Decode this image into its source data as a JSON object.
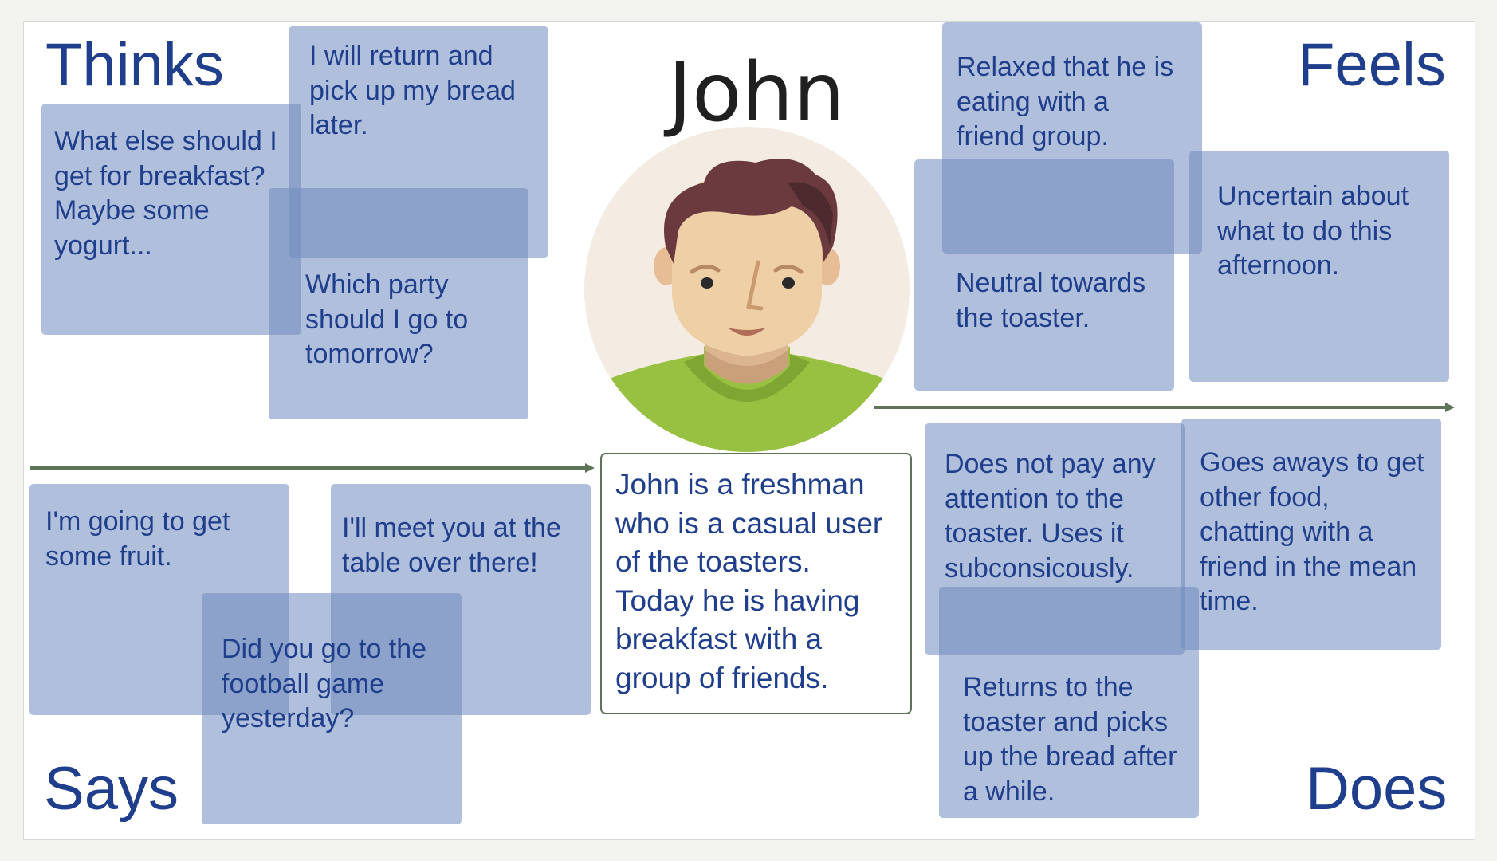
{
  "persona": {
    "name": "John",
    "description": "John is a freshman\nwho is a casual user\nof the toasters.\nToday he is having\nbreakfast with a\ngroup of friends."
  },
  "quadrants": {
    "thinks": "Thinks",
    "feels": "Feels",
    "says": "Says",
    "does": "Does"
  },
  "thinks_notes": [
    "I will return and\npick up my bread\nlater.",
    "What else should I\nget for breakfast?\nMaybe some\nyogurt...",
    "Which party\nshould I go to\ntomorrow?"
  ],
  "feels_notes": [
    "Relaxed that he is\neating with a\nfriend group.",
    "Neutral towards\nthe toaster.",
    "Uncertain about\nwhat to do this\nafternoon."
  ],
  "says_notes": [
    "I'm going to get\nsome fruit.",
    "I'll meet you at the\ntable over there!",
    "Did you go to the\nfootball game\nyesterday?"
  ],
  "does_notes": [
    "Does not pay any\nattention to the\ntoaster. Uses it\nsubconsicously.",
    "Goes aways to get\nother food,\nchatting with a\nfriend in the mean\ntime.",
    "Returns to the\ntoaster and picks\nup the bread after\na while."
  ],
  "colors": {
    "heading": "#1f3e8c",
    "note_fill": "#708bbe",
    "arrow": "#5e7459",
    "avatar_bg": "#f4ece2",
    "hair": "#6b3a3f",
    "skin": "#efcfa6",
    "shirt": "#98c041"
  },
  "icons": {
    "avatar": "person-avatar-icon"
  }
}
